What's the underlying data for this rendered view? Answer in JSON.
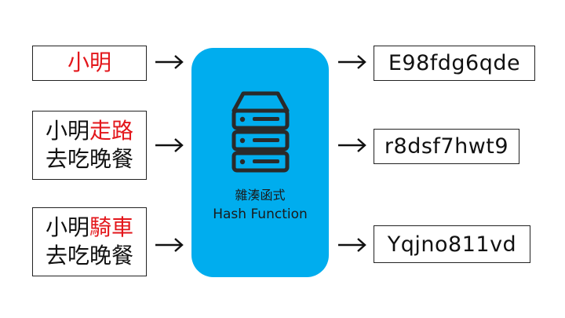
{
  "inputs": [
    {
      "parts": [
        {
          "text": "小明",
          "color": "#e3161b"
        }
      ],
      "line2": ""
    },
    {
      "parts": [
        {
          "text": "小明",
          "color": "#111111"
        },
        {
          "text": "走路",
          "color": "#e3161b"
        }
      ],
      "line2": "去吃晚餐"
    },
    {
      "parts": [
        {
          "text": "小明",
          "color": "#111111"
        },
        {
          "text": "騎車",
          "color": "#e3161b"
        }
      ],
      "line2": "去吃晚餐"
    }
  ],
  "hash_function": {
    "label_zh": "雜湊函式",
    "label_en": "Hash Function",
    "icon": "server-stack-icon",
    "color": "#00adee"
  },
  "outputs": [
    "E98fdg6qde",
    "r8dsf7hwt9",
    "Yqjno811vd"
  ]
}
